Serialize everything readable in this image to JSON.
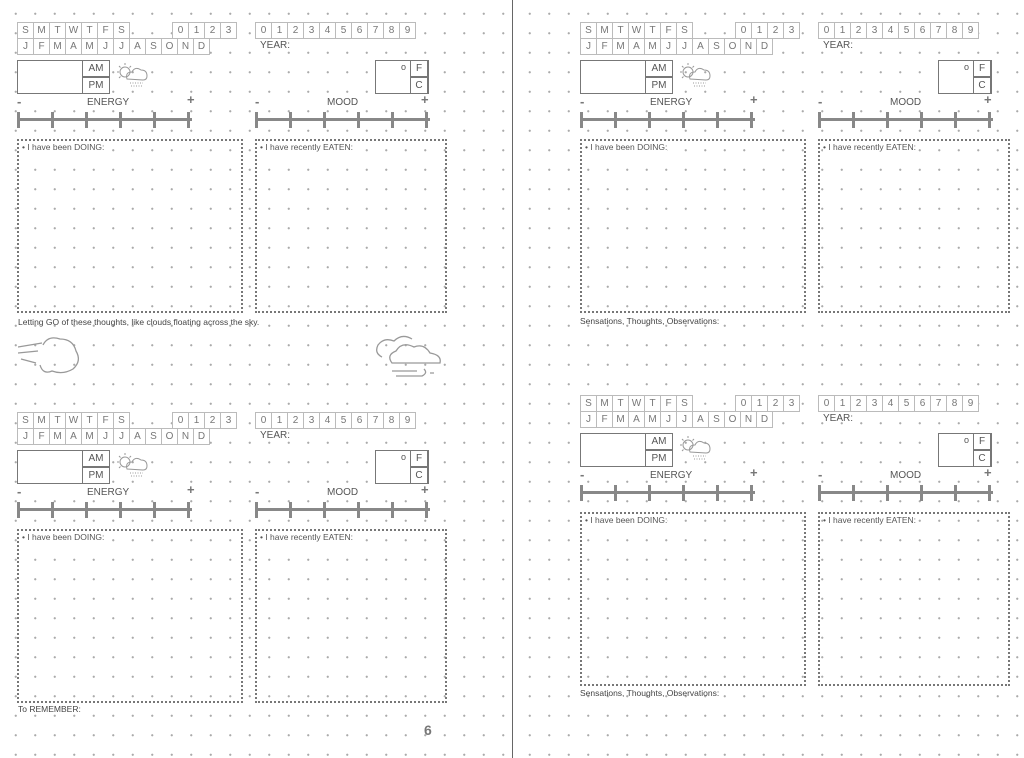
{
  "weekdays": [
    "S",
    "M",
    "T",
    "W",
    "T",
    "F",
    "S"
  ],
  "day_digits": [
    "0",
    "1",
    "2",
    "3"
  ],
  "date_digits": [
    "0",
    "1",
    "2",
    "3",
    "4",
    "5",
    "6",
    "7",
    "8",
    "9"
  ],
  "months": [
    "J",
    "F",
    "M",
    "A",
    "M",
    "J",
    "J",
    "A",
    "S",
    "O",
    "N",
    "D"
  ],
  "year_label": "YEAR:",
  "am": "AM",
  "pm": "PM",
  "degree": "o",
  "fahrenheit": "F",
  "celsius": "C",
  "energy_label": "ENERGY",
  "mood_label": "MOOD",
  "minus": "-",
  "plus": "+",
  "doing_label": "• I have been DOING:",
  "eaten_label": "• I have recently EATEN:",
  "left_page": {
    "letting_go": "Letting GO of these thoughts, like clouds floating across the sky.",
    "remember": "To REMEMBER:",
    "page_number": "6"
  },
  "right_page": {
    "sensations_top": "Sensations, Thoughts, Observations:",
    "sensations_bottom": "Sensations, Thoughts, Observations:"
  }
}
